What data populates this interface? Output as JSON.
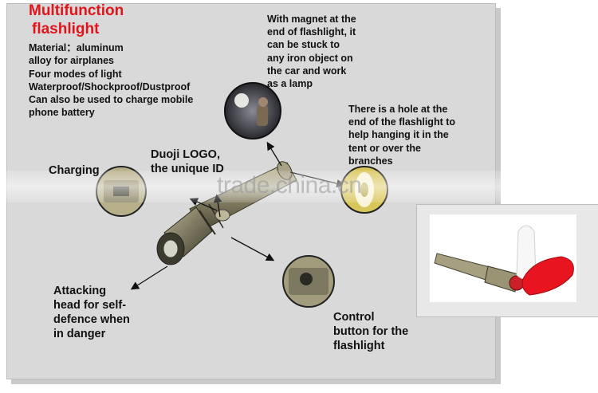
{
  "title": {
    "line1": "Multifunction",
    "line2": "flashlight",
    "color": "#e0151b"
  },
  "specs": [
    "Material：aluminum",
    "alloy for airplanes",
    "Four modes of light",
    "Waterproof/Shockproof/Dustproof",
    "Can also be used to charge mobile",
    "phone battery"
  ],
  "magnet_note": [
    "With magnet at the",
    "end of flashlight, it",
    "can be stuck to",
    "any iron object on",
    "the car and work",
    "as a lamp"
  ],
  "hole_note": [
    "There is a hole at the",
    "end of the flashlight to",
    "help hanging it  in the",
    "tent or over the",
    "branches"
  ],
  "charging_label": "Charging",
  "logo_note": [
    "Duoji LOGO,",
    "the unique ID"
  ],
  "attack_note": [
    "Attacking",
    "head for self-",
    "defence when",
    "in danger"
  ],
  "control_note": [
    "Control",
    "button for the",
    "flashlight"
  ],
  "watermark": "trade.china.cn",
  "icons": {
    "magnet_photo": "lamp-night-photo",
    "charging_detail": "charging-port-detail",
    "hole_detail": "tail-hole-detail",
    "control_detail": "control-button-detail"
  }
}
